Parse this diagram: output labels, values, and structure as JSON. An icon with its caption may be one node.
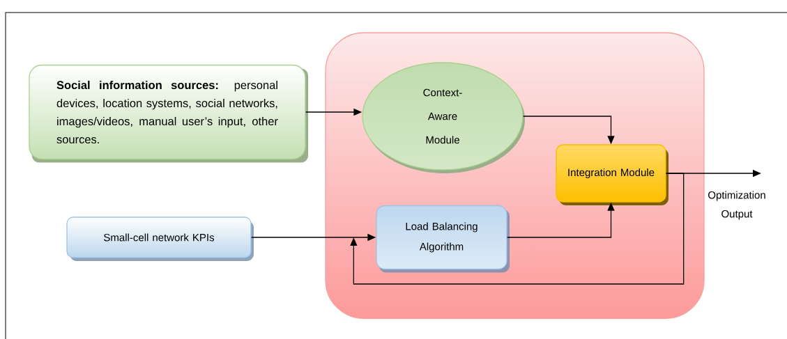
{
  "diagram": {
    "nodes": [
      {
        "text": [
          "**Social information sources:** personal devices, location systems, social networks, images/videos, manual user’s input, other sources."
        ]
      },
      {
        "text": [],
        "shape": "box"
      },
      {
        "text": [
          "Context-Aware Module"
        ],
        "in": 1
      },
      {
        "text": [
          "Integration Module"
        ],
        "in": 1
      },
      {
        "text": [
          "Small-cell network KPIs"
        ]
      },
      {
        "text": [
          "Load Balancing Algorithm"
        ],
        "in": 1
      },
      {
        "text": [
          "Optimization Output"
        ]
      }
    ],
    "edges": [
      {
        "from": 0,
        "to": 2,
        "arrow": "to"
      },
      {
        "from": 2,
        "to": 3,
        "arrow": "to"
      },
      {
        "from": 4,
        "to": 5,
        "arrow": "to"
      },
      {
        "from": 5,
        "to": 3,
        "arrow": "to"
      },
      {
        "from": 3,
        "to": 6,
        "arrow": "to"
      },
      {
        "from": 3,
        "to": 5,
        "arrow": "to"
      }
    ]
  }
}
